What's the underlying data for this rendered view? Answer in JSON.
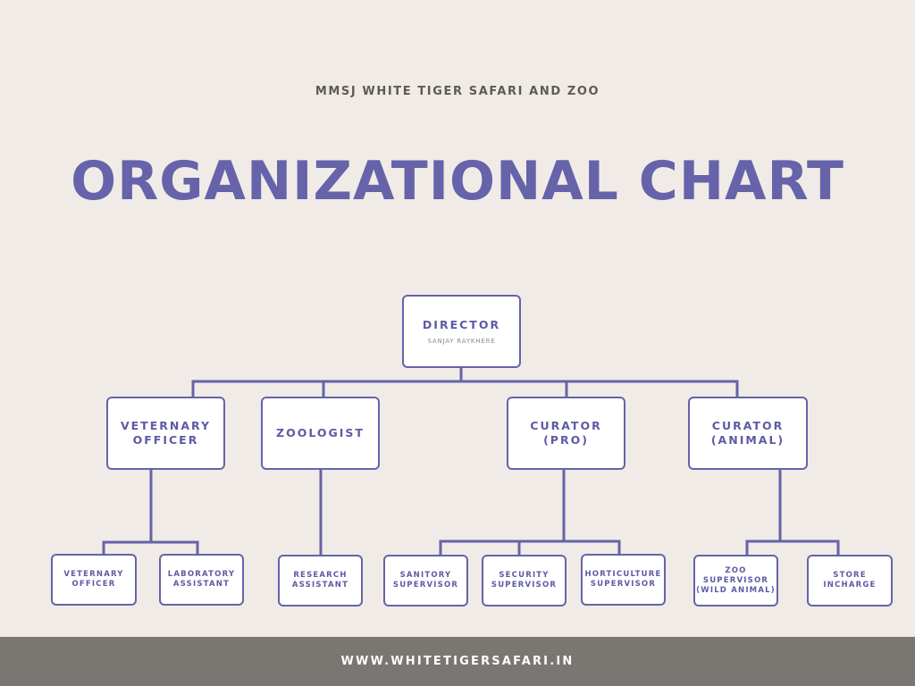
{
  "header": {
    "organization": "MMSJ WHITE TIGER SAFARI AND ZOO",
    "title": "ORGANIZATIONAL CHART"
  },
  "org": {
    "director": {
      "title": "DIRECTOR",
      "name": "SANJAY RAYKHERE"
    },
    "veterinary_officer": {
      "title": "VETERNARY\nOFFICER"
    },
    "zoologist": {
      "title": "ZOOLOGIST"
    },
    "curator_pro": {
      "title": "CURATOR\n(PRO)"
    },
    "curator_animal": {
      "title": "CURATOR\n(ANIMAL)"
    },
    "vet_officer_staff": {
      "title": "VETERNARY\nOFFICER"
    },
    "laboratory_assistant": {
      "title": "LABORATORY\nASSISTANT"
    },
    "research_assistant": {
      "title": "RESEARCH\nASSISTANT"
    },
    "sanitory_supervisor": {
      "title": "SANITORY\nSUPERVISOR"
    },
    "security_supervisor": {
      "title": "SECURITY\nSUPERVISOR"
    },
    "horticulture_supervisor": {
      "title": "HORTICULTURE\nSUPERVISOR"
    },
    "zoo_supervisor": {
      "title": "ZOO SUPERVISOR\n(WILD ANIMAL)"
    },
    "store_incharge": {
      "title": "STORE INCHARGE"
    }
  },
  "footer": {
    "website": "WWW.WHITETIGERSAFARI.IN"
  },
  "colors": {
    "accent": "#6663aa",
    "background": "#f0ebe6",
    "footer": "#7a7672"
  }
}
